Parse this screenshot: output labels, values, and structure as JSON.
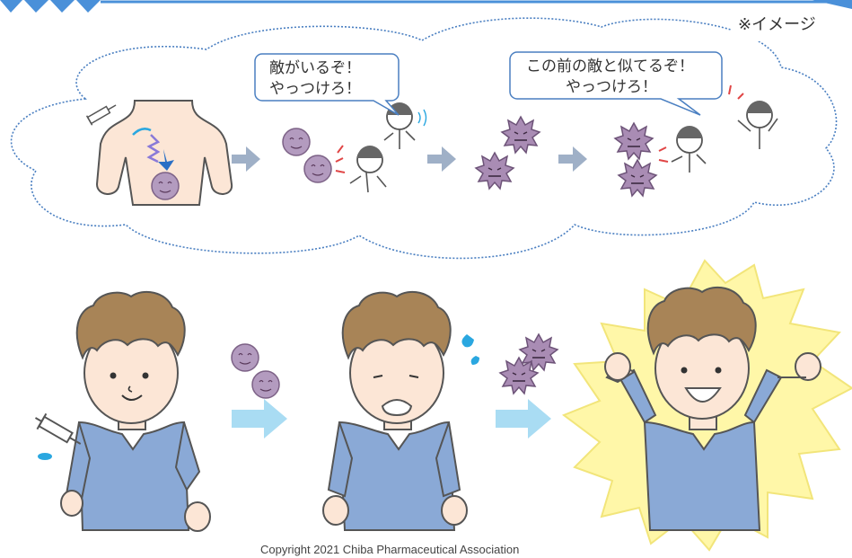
{
  "note": "※イメージ",
  "speech_bubble_1": [
    "敵がいるぞ！",
    "やっつけろ！"
  ],
  "speech_bubble_2": [
    "この前の敵と似てるぞ！",
    "やっつけろ！"
  ],
  "copyright": "Copyright 2021 Chiba Pharmaceutical Association",
  "colors": {
    "cloud_outline": "#4a7fc1",
    "arrow_gray": "#9fb0c7",
    "arrow_blue": "#a9dcf3",
    "shirt": "#8aa9d6",
    "hair": "#a88457",
    "skin": "#fbe6d6",
    "virus": "#a98cb4",
    "burst": "#fff7a8",
    "header_blue": "#4a90d9"
  }
}
